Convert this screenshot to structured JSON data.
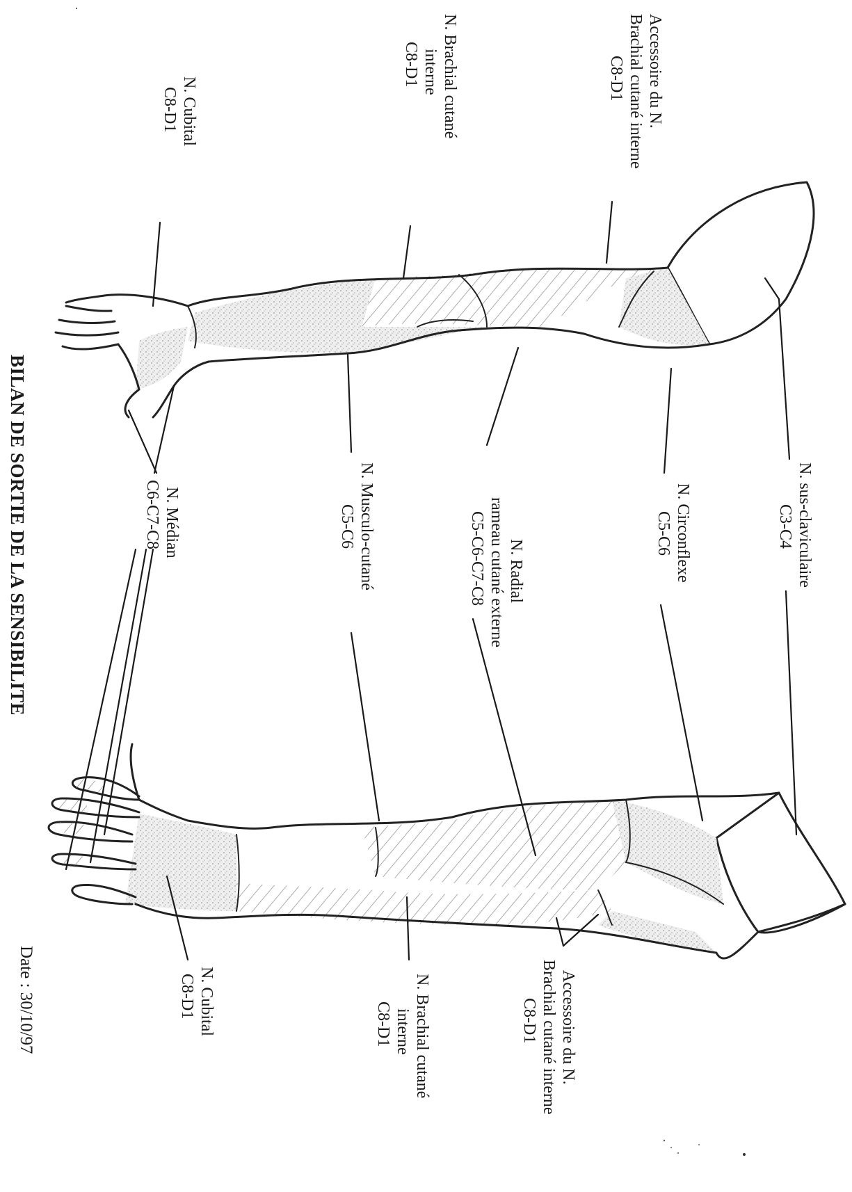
{
  "title": "BILAN DE SORTIE DE LA SENSIBILITE",
  "date": "Date : 30/10/97",
  "left_arm_labels": [
    {
      "id": "accessoire-brachial-cutane-interne",
      "lines": [
        "Accessoire du N.",
        "Brachial cutané interne",
        "C8-D1"
      ]
    },
    {
      "id": "brachial-cutane-interne",
      "lines": [
        "N. Brachial cutané",
        "interne",
        "C8-D1"
      ]
    },
    {
      "id": "cubital",
      "lines": [
        "N. Cubital",
        "C8-D1"
      ]
    }
  ],
  "center_labels": [
    {
      "id": "sus-claviculaire",
      "lines": [
        "N. sus-claviculaire",
        "C3-C4"
      ]
    },
    {
      "id": "circonflexe",
      "lines": [
        "N. Circonflexe",
        "C5-C6"
      ]
    },
    {
      "id": "radial",
      "lines": [
        "N. Radial",
        "rameau cutané externe",
        "C5-C6-C7-C8"
      ]
    },
    {
      "id": "musculo-cutane",
      "lines": [
        "N. Musculo-cutané",
        "C5-C6"
      ]
    },
    {
      "id": "median",
      "lines": [
        "N. Médian",
        "C6-C7-C8"
      ]
    }
  ],
  "right_arm_labels": [
    {
      "id": "accessoire-brachial-cutane-interne-2",
      "lines": [
        "Accessoire du N.",
        "Brachial cutané interne",
        "C8-D1"
      ]
    },
    {
      "id": "brachial-cutane-interne-2",
      "lines": [
        "N. Brachial cutané",
        "interne",
        "C8-D1"
      ]
    },
    {
      "id": "cubital-2",
      "lines": [
        "N. Cubital",
        "C8-D1"
      ]
    }
  ]
}
